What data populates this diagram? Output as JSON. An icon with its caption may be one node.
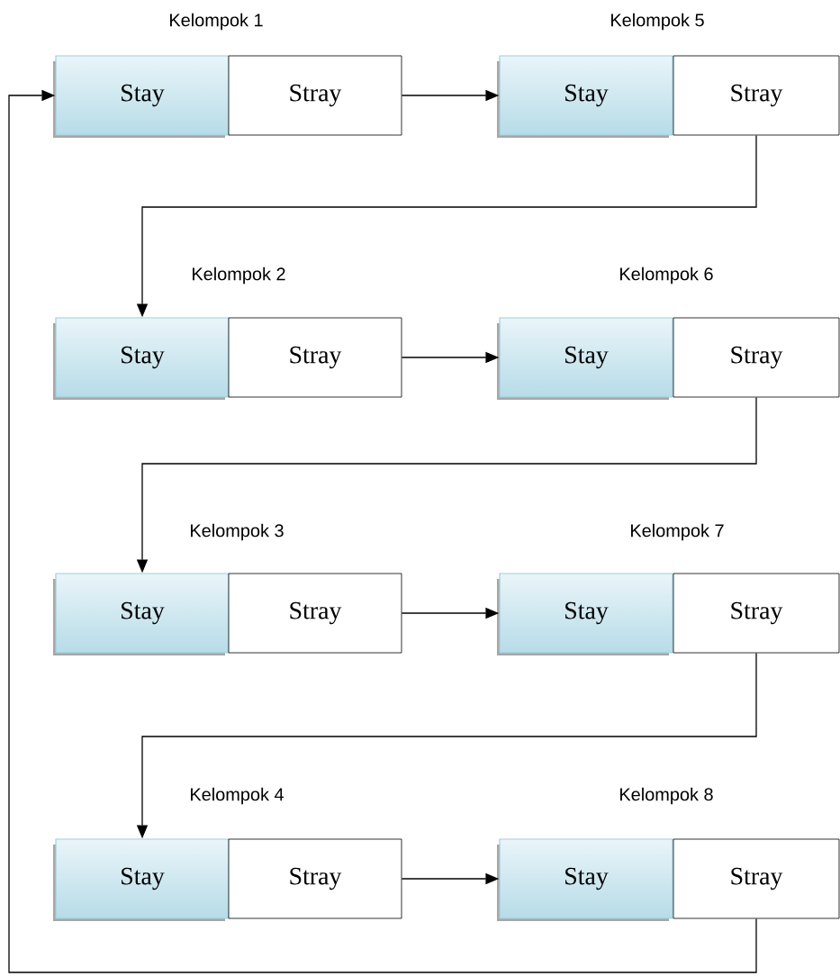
{
  "diagram": {
    "nodes": [
      {
        "text": [
          "Stay"
        ],
        "beside": [
          "Kelompok 1"
        ]
      },
      {
        "text": [
          "Stray"
        ]
      },
      {
        "text": [
          "Stay"
        ],
        "beside": [
          "Kelompok 5"
        ]
      },
      {
        "text": [
          "Stray"
        ]
      },
      {
        "text": [
          "Stay"
        ],
        "beside": [
          "Kelompok 2"
        ]
      },
      {
        "text": [
          "Stray"
        ]
      },
      {
        "text": [
          "Stay"
        ],
        "beside": [
          "Kelompok 6"
        ]
      },
      {
        "text": [
          "Stray"
        ]
      },
      {
        "text": [
          "Stay"
        ],
        "beside": [
          "Kelompok 3"
        ]
      },
      {
        "text": [
          "Stray"
        ]
      },
      {
        "text": [
          "Stay"
        ],
        "beside": [
          "Kelompok 7"
        ]
      },
      {
        "text": [
          "Stray"
        ]
      },
      {
        "text": [
          "Stay"
        ],
        "beside": [
          "Kelompok 4"
        ]
      },
      {
        "text": [
          "Stray"
        ]
      },
      {
        "text": [
          "Stay"
        ],
        "beside": [
          "Kelompok 8"
        ]
      },
      {
        "text": [
          "Stray"
        ]
      }
    ],
    "edges": [
      {
        "from": 1,
        "to": 2,
        "arrow": "to"
      },
      {
        "from": 3,
        "to": 4,
        "arrow": "to"
      },
      {
        "from": 5,
        "to": 6,
        "arrow": "to"
      },
      {
        "from": 7,
        "to": 8,
        "arrow": "to"
      },
      {
        "from": 9,
        "to": 10,
        "arrow": "to"
      },
      {
        "from": 11,
        "to": 12,
        "arrow": "to"
      },
      {
        "from": 13,
        "to": 14,
        "arrow": "to"
      },
      {
        "from": 15,
        "to": 0,
        "arrow": "to"
      }
    ]
  }
}
